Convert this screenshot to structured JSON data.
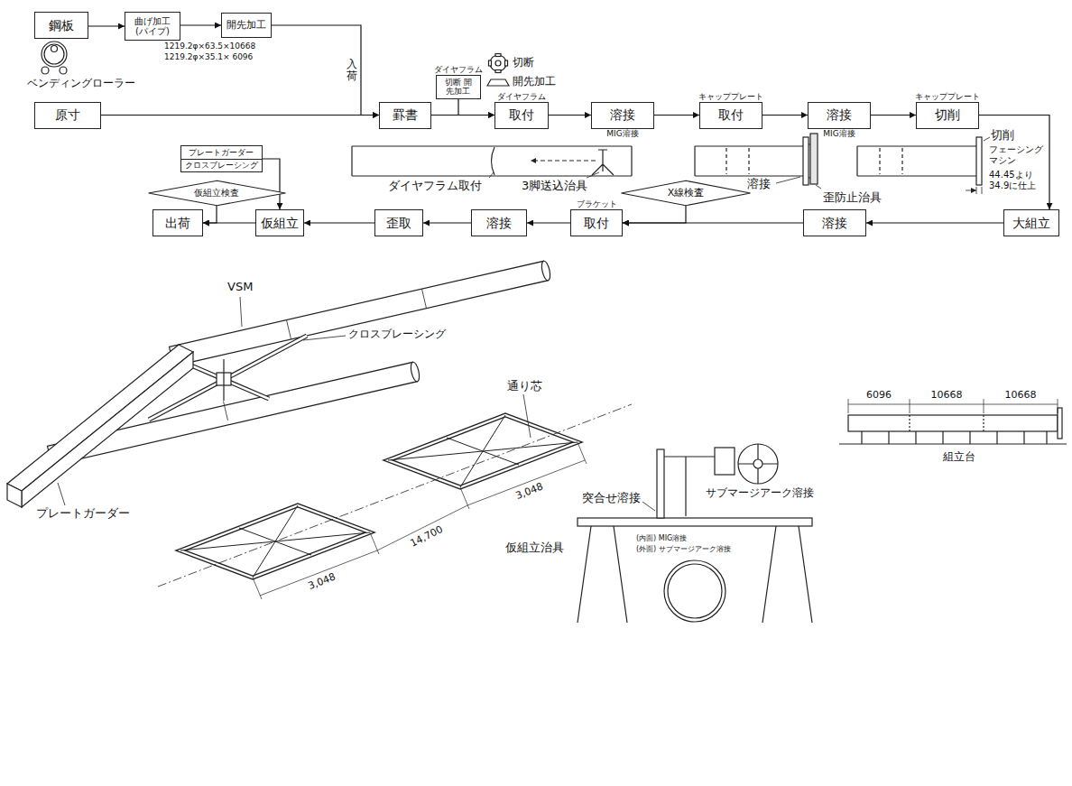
{
  "diagram": {
    "nodes": [
      {
        "text": [
          "鋼板"
        ]
      },
      {
        "text": [
          "曲げ加工 (パイプ)"
        ]
      },
      {
        "text": [
          "開先加工"
        ]
      },
      {
        "text": [
          "原寸"
        ]
      },
      {
        "text": [
          "罫書"
        ]
      },
      {
        "text": [
          "ダイヤフラム",
          "切断 開先加工"
        ]
      },
      {
        "text": [
          "ダイヤフラム",
          "取付"
        ]
      },
      {
        "text": [
          "溶接",
          "MIG溶接"
        ]
      },
      {
        "text": [
          "キャッププレート",
          "取付"
        ]
      },
      {
        "text": [
          "溶接",
          "MIG溶接"
        ]
      },
      {
        "text": [
          "キャッププレート",
          "切削"
        ]
      },
      {
        "text": [
          "大組立"
        ]
      },
      {
        "text": [
          "溶接"
        ]
      },
      {
        "text": [
          "X線検査"
        ]
      },
      {
        "text": [
          "ブラケット",
          "取付"
        ]
      },
      {
        "text": [
          "溶接"
        ]
      },
      {
        "text": [
          "歪取"
        ]
      },
      {
        "text": [
          "仮組立"
        ]
      },
      {
        "text": [
          "出荷"
        ]
      },
      {
        "text": [
          "仮組立検査"
        ]
      },
      {
        "text": [
          "プレートガーダー",
          "クロスブレーシング"
        ]
      }
    ],
    "edges": [
      {
        "from": 0,
        "to": 1,
        "arrow": "to"
      },
      {
        "from": 1,
        "to": 2,
        "arrow": "to"
      },
      {
        "from": 2,
        "to": 4,
        "label": "入荷",
        "arrow": "to"
      },
      {
        "from": 3,
        "to": 4,
        "arrow": "to"
      },
      {
        "from": 4,
        "to": 6,
        "arrow": "to"
      },
      {
        "from": 5,
        "to": 6,
        "arrow": "to"
      },
      {
        "from": 6,
        "to": 7,
        "arrow": "to"
      },
      {
        "from": 7,
        "to": 8,
        "arrow": "to"
      },
      {
        "from": 8,
        "to": 9,
        "arrow": "to"
      },
      {
        "from": 9,
        "to": 10,
        "arrow": "to"
      },
      {
        "from": 10,
        "to": 11,
        "arrow": "to"
      },
      {
        "from": 11,
        "to": 12,
        "arrow": "to"
      },
      {
        "from": 12,
        "to": 14,
        "arrow": "to"
      },
      {
        "from": 13,
        "to": 14,
        "arrow": "to"
      },
      {
        "from": 14,
        "to": 15,
        "arrow": "to"
      },
      {
        "from": 15,
        "to": 16,
        "arrow": "to"
      },
      {
        "from": 16,
        "to": 17,
        "arrow": "to"
      },
      {
        "from": 17,
        "to": 18,
        "arrow": "to"
      },
      {
        "from": 19,
        "to": 18,
        "arrow": "to"
      },
      {
        "from": 20,
        "to": 17,
        "arrow": "to"
      }
    ],
    "labels": [
      "1219.2φ×63.5×10668",
      "1219.2φ×35.1× 6096",
      "ベンディングローラー",
      "切断",
      "開先加工",
      "ダイヤフラム取付",
      "3脚送込治具",
      "溶接",
      "歪防止治具",
      "切削",
      "フェーシング マシン",
      "44.45より 34.9に仕上",
      "6096",
      "10668",
      "10668",
      "組立台",
      "VSM",
      "クロスブレーシング",
      "通り芯",
      "プレートガーダー",
      "3,048",
      "14,700",
      "3,048",
      "仮組立治具",
      "突合せ溶接",
      "サブマージアーク溶接",
      "(内面) MIG溶接",
      "(外面) サブマージアーク溶接"
    ]
  }
}
